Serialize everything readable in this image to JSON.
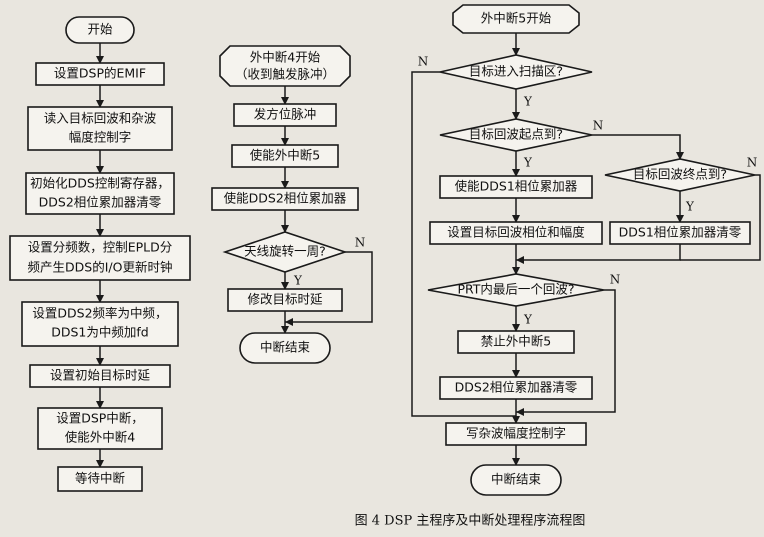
{
  "main": {
    "start": "开始",
    "emif": "设置DSP的EMIF",
    "read_1": "读入目标回波和杂波",
    "read_2": "幅度控制字",
    "init_1": "初始化DDS控制寄存器，",
    "init_2": "DDS2相位累加器清零",
    "div_1": "设置分频数，控制EPLD分",
    "div_2": "频产生DDS的I/O更新时钟",
    "freq_1": "设置DDS2频率为中频，",
    "freq_2": "DDS1为中频加fd",
    "delay": "设置初始目标时延",
    "int_1": "设置DSP中断，",
    "int_2": "使能外中断4",
    "wait": "等待中断"
  },
  "int4": {
    "start_1": "外中断4开始",
    "start_2": "（收到触发脉冲）",
    "pulse": "发方位脉冲",
    "enable5": "使能外中断5",
    "enable_dds2": "使能DDS2相位累加器",
    "rotate_q": "天线旋转一周?",
    "modify": "修改目标时延",
    "end": "中断结束",
    "yes": "Y",
    "no": "N"
  },
  "int5": {
    "start": "外中断5开始",
    "scan_q": "目标进入扫描区?",
    "echo_start_q": "目标回波起点到?",
    "echo_end_q": "目标回波终点到?",
    "enable_dds1": "使能DDS1相位累加器",
    "set_phase": "设置目标回波相位和幅度",
    "clear_dds1": "DDS1相位累加器清零",
    "prt_q": "PRT内最后一个回波?",
    "disable5": "禁止外中断5",
    "clear_dds2": "DDS2相位累加器清零",
    "write_clutter": "写杂波幅度控制字",
    "end": "中断结束",
    "yes": "Y",
    "no": "N"
  },
  "caption": "图 4  DSP 主程序及中断处理程序流程图"
}
